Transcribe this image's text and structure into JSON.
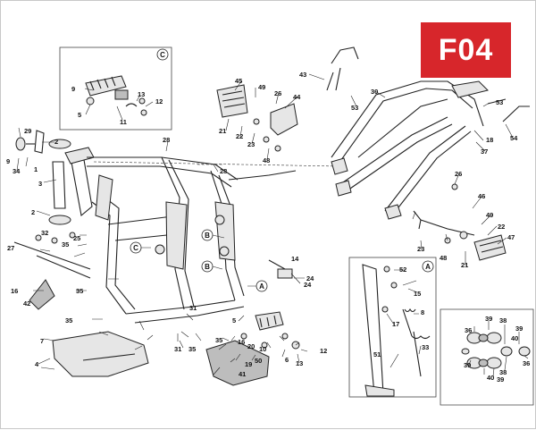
{
  "badge": "F04",
  "circle_markers": [
    "C",
    "B",
    "A"
  ],
  "labels": [
    {
      "t": "1"
    },
    {
      "t": "2"
    },
    {
      "t": "2"
    },
    {
      "t": "3"
    },
    {
      "t": "4"
    },
    {
      "t": "5"
    },
    {
      "t": "5"
    },
    {
      "t": "6"
    },
    {
      "t": "7"
    },
    {
      "t": "8"
    },
    {
      "t": "9"
    },
    {
      "t": "9"
    },
    {
      "t": "10"
    },
    {
      "t": "11"
    },
    {
      "t": "12"
    },
    {
      "t": "12"
    },
    {
      "t": "13"
    },
    {
      "t": "13"
    },
    {
      "t": "14"
    },
    {
      "t": "15"
    },
    {
      "t": "16"
    },
    {
      "t": "16"
    },
    {
      "t": "17"
    },
    {
      "t": "18"
    },
    {
      "t": "19"
    },
    {
      "t": "20"
    },
    {
      "t": "21"
    },
    {
      "t": "21"
    },
    {
      "t": "22"
    },
    {
      "t": "22"
    },
    {
      "t": "23"
    },
    {
      "t": "23"
    },
    {
      "t": "24"
    },
    {
      "t": "24"
    },
    {
      "t": "25"
    },
    {
      "t": "26"
    },
    {
      "t": "26"
    },
    {
      "t": "27"
    },
    {
      "t": "28"
    },
    {
      "t": "28"
    },
    {
      "t": "29"
    },
    {
      "t": "30"
    },
    {
      "t": "31"
    },
    {
      "t": "31"
    },
    {
      "t": "32"
    },
    {
      "t": "33"
    },
    {
      "t": "34"
    },
    {
      "t": "35"
    },
    {
      "t": "35"
    },
    {
      "t": "35"
    },
    {
      "t": "35"
    },
    {
      "t": "35"
    },
    {
      "t": "36"
    },
    {
      "t": "36"
    },
    {
      "t": "37"
    },
    {
      "t": "38"
    },
    {
      "t": "38"
    },
    {
      "t": "39"
    },
    {
      "t": "39"
    },
    {
      "t": "39"
    },
    {
      "t": "39"
    },
    {
      "t": "40"
    },
    {
      "t": "40"
    },
    {
      "t": "41"
    },
    {
      "t": "42"
    },
    {
      "t": "43"
    },
    {
      "t": "44"
    },
    {
      "t": "45"
    },
    {
      "t": "46"
    },
    {
      "t": "47"
    },
    {
      "t": "48"
    },
    {
      "t": "48"
    },
    {
      "t": "49"
    },
    {
      "t": "49"
    },
    {
      "t": "50"
    },
    {
      "t": "51"
    },
    {
      "t": "52"
    },
    {
      "t": "53"
    },
    {
      "t": "53"
    },
    {
      "t": "54"
    }
  ]
}
